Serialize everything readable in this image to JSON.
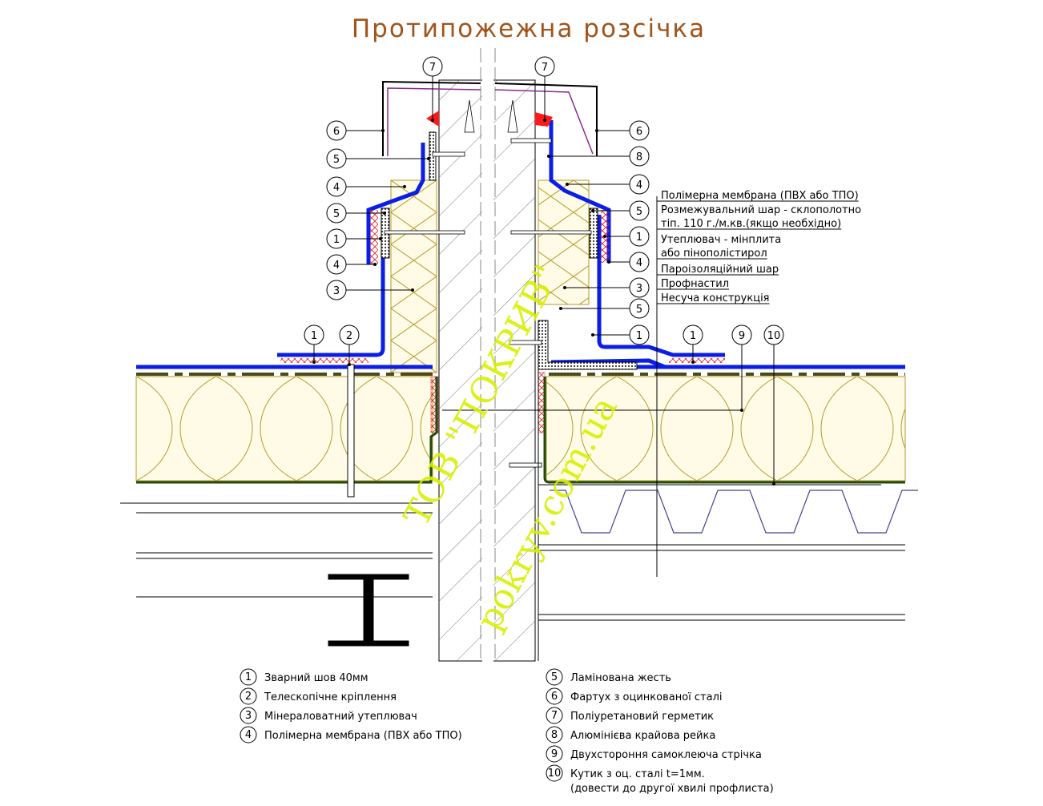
{
  "title": "Протипожежна розсічка",
  "colors": {
    "membrane": "#0a1ee8",
    "insulation_fill": "#fffbe6",
    "insulation_line": "#b49a28",
    "sealant": "#ff1a1a",
    "vapor_barrier": "#1f4a10",
    "flashing": "#8a2a8a",
    "title": "#a0541a",
    "watermark": "#d8f000"
  },
  "callouts": [
    "7",
    "6",
    "5",
    "4",
    "5",
    "1",
    "4",
    "3",
    "1",
    "2",
    "7",
    "6",
    "8",
    "4",
    "5",
    "1",
    "4",
    "3",
    "5",
    "1",
    "1",
    "9",
    "10"
  ],
  "layers": [
    "Полімерна мембрана (ПВХ або ТПО)",
    "Розмежувальний шар - склополотно",
    "тіп. 110 г./м.кв.(якщо необхідно)",
    "Утеплювач - мінплита",
    "або пінополістирол",
    "Пароізоляційний шар",
    "Профнастил",
    "Несуча конструкція"
  ],
  "legend": [
    {
      "num": "1",
      "text": "Зварний шов 40мм"
    },
    {
      "num": "2",
      "text": "Телескопічне кріплення"
    },
    {
      "num": "3",
      "text": "Мінераловатний утеплювач"
    },
    {
      "num": "4",
      "text": "Полімерна мембрана (ПВХ або ТПО)"
    },
    {
      "num": "5",
      "text": "Ламінована жесть"
    },
    {
      "num": "6",
      "text": "Фартух з оцинкованої сталі"
    },
    {
      "num": "7",
      "text": "Поліуретановий герметик"
    },
    {
      "num": "8",
      "text": "Алюмінієва крайова рейка"
    },
    {
      "num": "9",
      "text": "Двухстороння самоклеюча стрічка"
    },
    {
      "num": "10",
      "text": "Кутик з оц. сталі t=1мм."
    }
  ],
  "legend_note": "(довести до другої хвилі профлиста)",
  "watermark": {
    "company": "ТОВ \"ПОКРИВ\"",
    "site": "pokryv.com.ua"
  }
}
